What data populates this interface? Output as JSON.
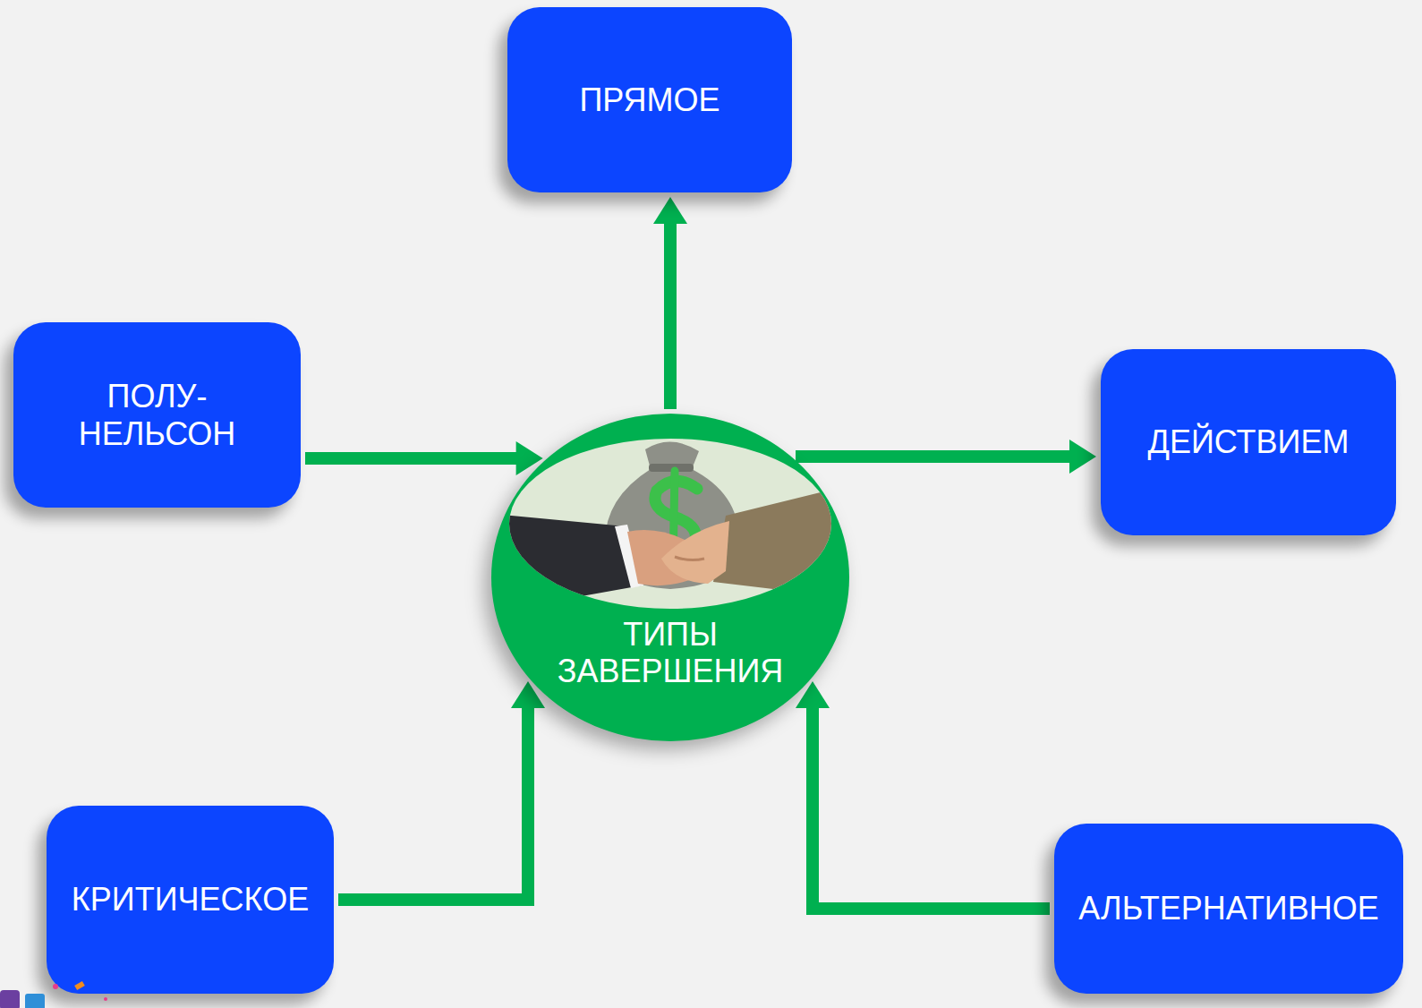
{
  "diagram": {
    "nodes": [
      {
        "text": [
          "ПРЯМОЕ"
        ]
      },
      {
        "text": [
          "ПОЛУ- НЕЛЬСОН"
        ]
      },
      {
        "text": [
          "ТИПЫ ЗАВЕРШЕНИЯ"
        ]
      },
      {
        "text": [
          "ДЕЙСТВИЕМ"
        ]
      },
      {
        "text": [
          "КРИТИЧЕСКОЕ"
        ]
      },
      {
        "text": [
          "АЛЬТЕРНАТИВНОЕ"
        ]
      }
    ],
    "edges": [
      {
        "from": 2,
        "to": 0,
        "arrow": "to"
      },
      {
        "from": 1,
        "to": 2,
        "arrow": "to"
      },
      {
        "from": 2,
        "to": 3,
        "arrow": "to"
      },
      {
        "from": 4,
        "to": 2,
        "arrow": "to"
      },
      {
        "from": 5,
        "to": 2,
        "arrow": "to"
      }
    ]
  }
}
